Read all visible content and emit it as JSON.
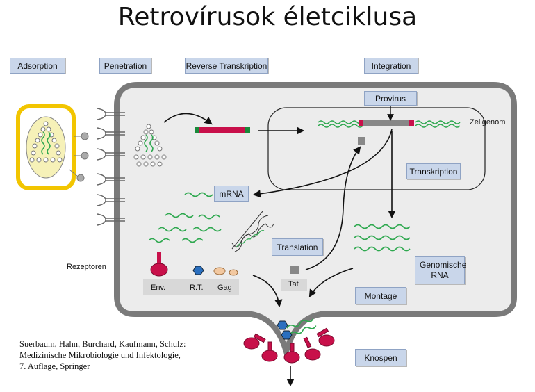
{
  "title": "Retrovírusok életciklusa",
  "stages": {
    "adsorption": "Adsorption",
    "penetration": "Penetration",
    "reverse_transcription": "Reverse Transkription",
    "integration": "Integration",
    "provirus": "Provirus",
    "transcription": "Transkription",
    "mrna": "mRNA",
    "translation": "Translation",
    "genomic_rna": "Genomische RNA",
    "assembly": "Montage",
    "budding": "Knospen"
  },
  "labels": {
    "cell_genome": "Zellgenom",
    "receptors": "Rezeptoren",
    "env": "Env.",
    "rt": "R.T.",
    "gag": "Gag",
    "tat": "Tat"
  },
  "citation": {
    "line1": "Suerbaum, Hahn, Burchard, Kaufmann, Schulz:",
    "line2": "Medizinische Mikrobiologie und Infektologie,",
    "line3": "7. Auflage, Springer"
  },
  "colors": {
    "rna_green": "#2ea84f",
    "protein_magenta": "#c8104a",
    "virus_yellow": "#f2c500",
    "cell_border": "#7a7a7a",
    "cell_fill": "#ececec",
    "box_fill": "#c9d6ea"
  }
}
